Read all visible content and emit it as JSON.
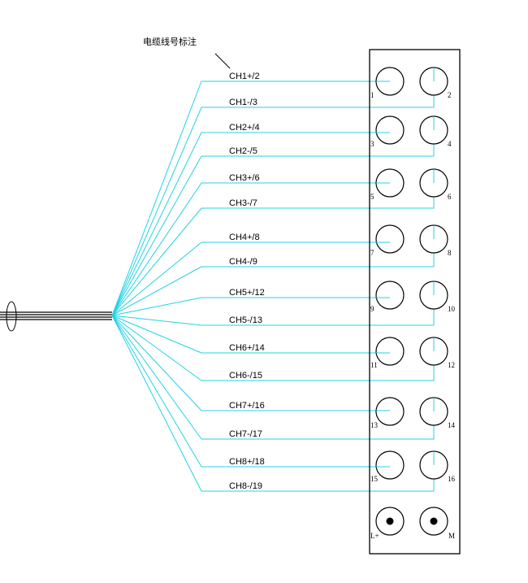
{
  "title_label": "电缆线号标注",
  "colors": {
    "wire": "#22D3E6",
    "stroke": "#000000",
    "background": "#FFFFFF"
  },
  "wires": [
    {
      "label": "CH1+/2",
      "terminal": "1"
    },
    {
      "label": "CH1-/3",
      "terminal": "2"
    },
    {
      "label": "CH2+/4",
      "terminal": "3"
    },
    {
      "label": "CH2-/5",
      "terminal": "4"
    },
    {
      "label": "CH3+/6",
      "terminal": "5"
    },
    {
      "label": "CH3-/7",
      "terminal": "6"
    },
    {
      "label": "CH4+/8",
      "terminal": "7"
    },
    {
      "label": "CH4-/9",
      "terminal": "8"
    },
    {
      "label": "CH5+/12",
      "terminal": "9"
    },
    {
      "label": "CH5-/13",
      "terminal": "10"
    },
    {
      "label": "CH6+/14",
      "terminal": "11"
    },
    {
      "label": "CH6-/15",
      "terminal": "12"
    },
    {
      "label": "CH7+/16",
      "terminal": "13"
    },
    {
      "label": "CH7-/17",
      "terminal": "14"
    },
    {
      "label": "CH8+/18",
      "terminal": "15"
    },
    {
      "label": "CH8-/19",
      "terminal": "16"
    }
  ],
  "power_terminals": [
    "L+",
    "M"
  ]
}
